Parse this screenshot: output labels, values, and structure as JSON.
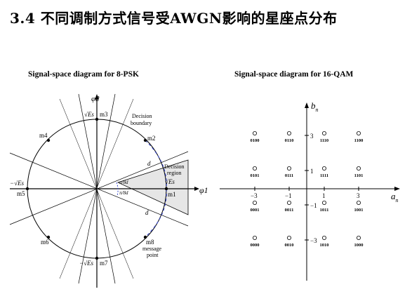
{
  "title": "3.4 不同调制方式信号受AWGN影响的星座点分布",
  "psk": {
    "subtitle": "Signal-space diagram for 8-PSK",
    "axis_phi1": "φ1",
    "axis_phi2": "φ2",
    "sqrt_es": "√Es",
    "neg_sqrt_es": "−√Es",
    "points": [
      "m1",
      "m2",
      "m3",
      "m4",
      "m5",
      "m6",
      "m7",
      "m8"
    ],
    "decision_boundary": [
      "Decision",
      "boundary"
    ],
    "decision_region": [
      "Decision",
      "region"
    ],
    "message_point": [
      "message",
      "point"
    ],
    "d_label": "d",
    "angle_pos": "π/8d",
    "angle_neg": "π/8d"
  },
  "qam": {
    "subtitle": "Signal-space diagram for 16-QAM",
    "axis_bn": "b_n",
    "axis_an": "a_n",
    "ticks_y": [
      "3",
      "1",
      "−1",
      "−3"
    ],
    "ticks_x": [
      "−3",
      "−1",
      "1",
      "3"
    ],
    "codes": [
      [
        "0100",
        "0110",
        "1110",
        "1100"
      ],
      [
        "0101",
        "0111",
        "1111",
        "1101"
      ],
      [
        "0001",
        "0011",
        "1011",
        "1001"
      ],
      [
        "0000",
        "0010",
        "1010",
        "1000"
      ]
    ]
  }
}
